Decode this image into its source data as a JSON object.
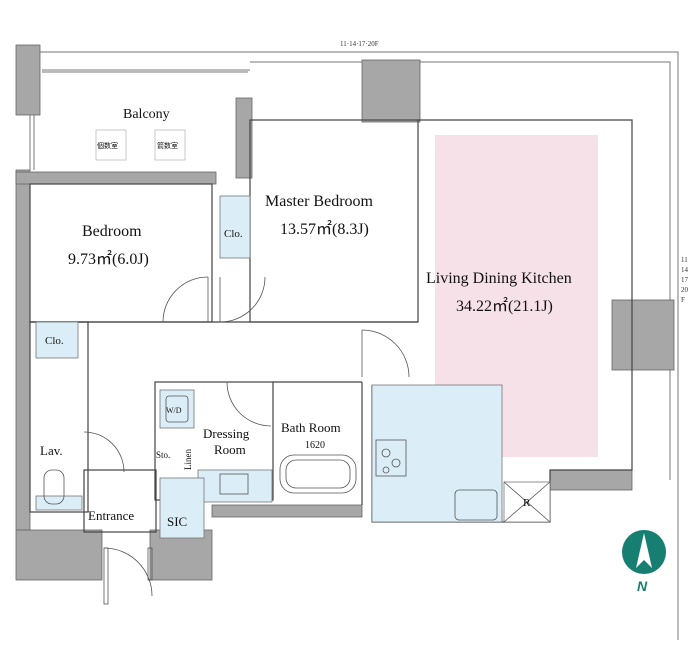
{
  "top_note": "11·14·17·20F",
  "side_note": [
    "11",
    "14",
    "17",
    "20",
    "F"
  ],
  "rooms": {
    "balcony": {
      "name": "Balcony",
      "unit_a": "個数室",
      "unit_b": "箭数室"
    },
    "bedroom": {
      "name": "Bedroom",
      "area": "9.73㎡(6.0J)"
    },
    "master": {
      "name": "Master Bedroom",
      "area": "13.57㎡(8.3J)"
    },
    "ldk": {
      "name": "Living Dining Kitchen",
      "area": "34.22㎡(21.1J)"
    },
    "clo_master": "Clo.",
    "clo_bed": "Clo.",
    "wd": "W/D",
    "lav": "Lav.",
    "dressing": {
      "line1": "Dressing",
      "line2": "Room"
    },
    "bath": {
      "name": "Bath Room",
      "size": "1620"
    },
    "sto": "Sto.",
    "linen": "Linen",
    "entrance": "Entrance",
    "sic": "SIC",
    "refrigerator": "R"
  },
  "compass": {
    "label": "N"
  },
  "colors": {
    "wall": "#a7a7a7",
    "ldk_fill": "#f6e1e8",
    "wet_fill": "#dbeef8",
    "line": "#555555",
    "compass": "#167f72"
  }
}
